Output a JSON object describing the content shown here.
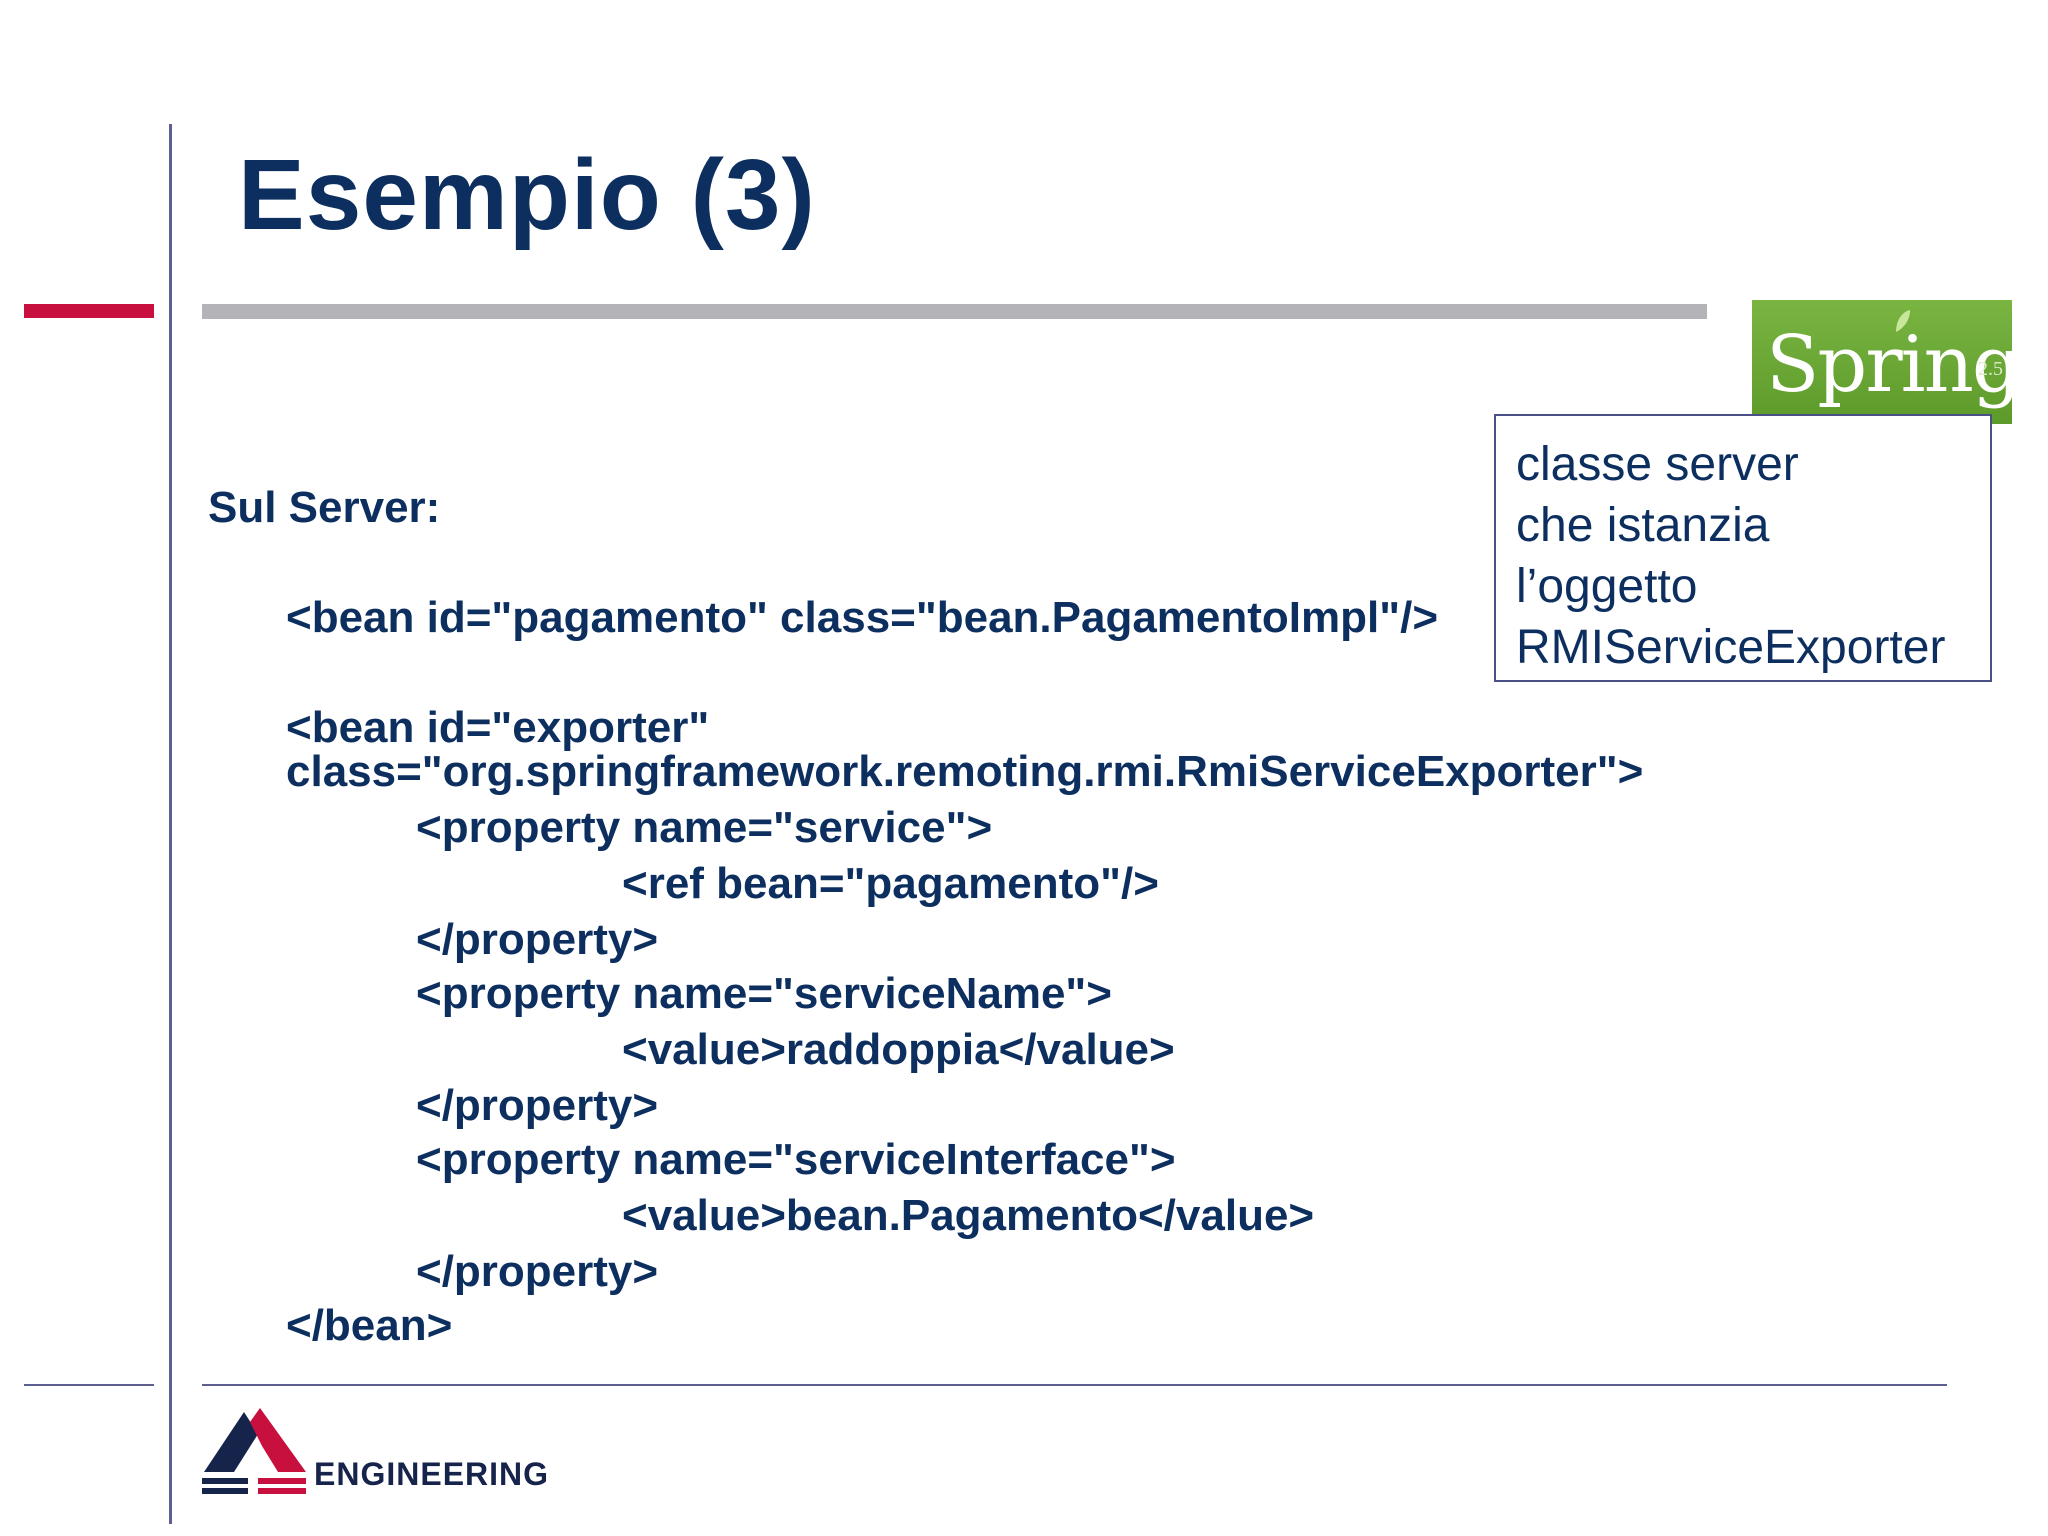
{
  "slide": {
    "title": "Esempio (3)",
    "code_lines": [
      "Sul Server:",
      "<bean id=\"pagamento\" class=\"bean.PagamentoImpl\"/>",
      "<bean id=\"exporter\"",
      "class=\"org.springframework.remoting.rmi.RmiServiceExporter\">",
      "<property name=\"service\">",
      "<ref bean=\"pagamento\"/>",
      "</property>",
      "<property name=\"serviceName\">",
      "<value>raddoppia</value>",
      "</property>",
      "<property name=\"serviceInterface\">",
      "<value>bean.Pagamento</value>",
      "</property>",
      "</bean>"
    ]
  },
  "spring_logo": {
    "word": "Spring",
    "version": "2.5",
    "color": "#6aa936"
  },
  "callout": {
    "lines": [
      "classe server",
      "che istanzia",
      "l’oggetto",
      "RMIServiceExporter"
    ]
  },
  "footer": {
    "logo_text": "ENGINEERING"
  },
  "colors": {
    "title": "#0d2f5f",
    "accent_red": "#c8103e",
    "rule_grey": "#b4b4b8",
    "rule_blue": "#5c5f8f"
  }
}
